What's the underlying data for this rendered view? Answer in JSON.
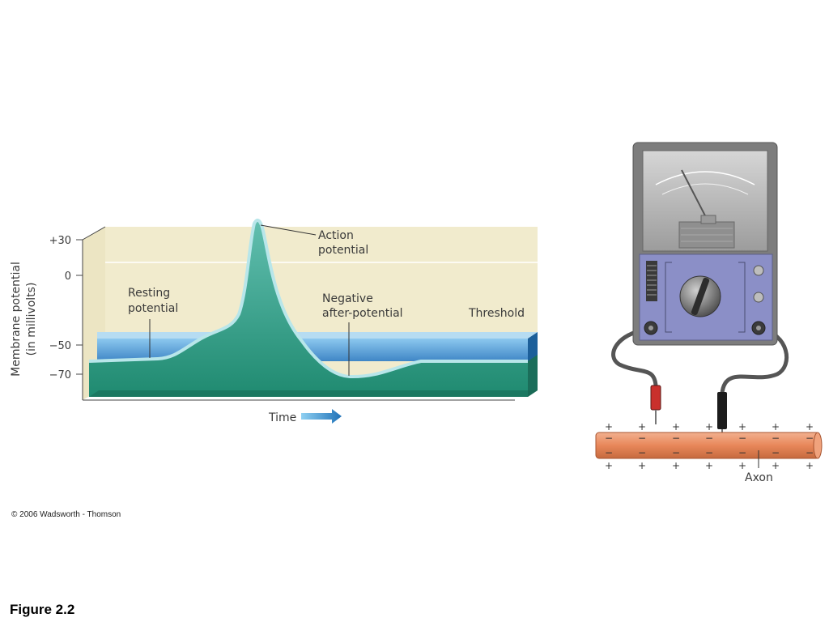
{
  "graph": {
    "y_axis_label_line1": "Membrane potential",
    "y_axis_label_line2": "(in millivolts)",
    "ticks": [
      "+30",
      "0",
      "−50",
      "−70"
    ],
    "x_axis_label": "Time",
    "annotations": {
      "action_potential_1": "Action",
      "action_potential_2": "potential",
      "resting_1": "Resting",
      "resting_2": "potential",
      "negative_1": "Negative",
      "negative_2": "after-potential",
      "threshold": "Threshold"
    }
  },
  "axon": {
    "label": "Axon",
    "charge_outside": "+",
    "charge_inside": "−"
  },
  "credit": "© 2006 Wadsworth - Thomson",
  "figure_label": "Figure 2.2",
  "colors": {
    "background_panel": "#f1ebcd",
    "threshold_band": "#5a9fd4",
    "membrane_fill": "#2e9a84",
    "membrane_edge": "#a8e0e4",
    "axon": "#e8875a",
    "meter_case": "#7a7a7a",
    "meter_panel": "#8a8ec6"
  }
}
